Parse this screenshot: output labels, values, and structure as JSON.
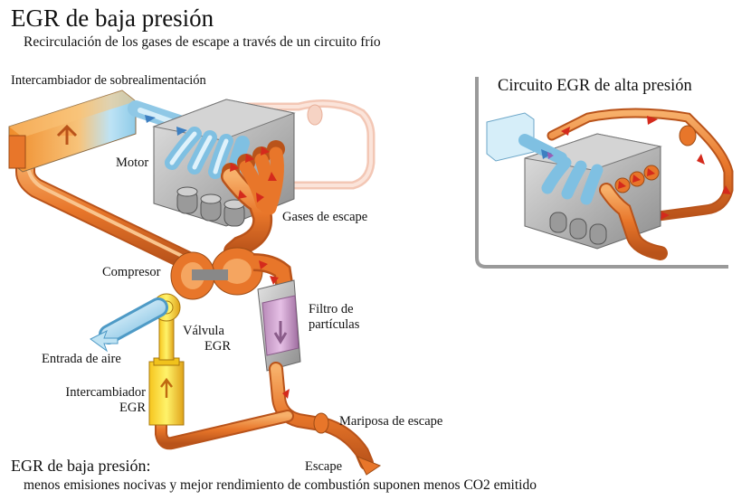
{
  "header": {
    "title": "EGR de baja presión",
    "subtitle": "Recirculación de los gases de escape a través de un circuito frío"
  },
  "labels": {
    "intercooler": "Intercambiador de sobrealimentación",
    "motor": "Motor",
    "exhaust_gases": "Gases de escape",
    "compressor": "Compresor",
    "filter_line1": "Filtro de",
    "filter_line2": "partículas",
    "valve_line1": "Válvula",
    "valve_line2": "EGR",
    "air_intake": "Entrada de aire",
    "egr_cooler_line1": "Intercambiador",
    "egr_cooler_line2": "EGR",
    "exhaust_throttle": "Mariposa de escape",
    "exhaust": "Escape"
  },
  "inset": {
    "title": "Circuito EGR de alta presión"
  },
  "footer": {
    "title": "EGR de baja presión:",
    "text": "menos emisiones nocivas y mejor rendimiento de combustión suponen menos CO2 emitido"
  },
  "colors": {
    "exhaust_pipe": "#e8762a",
    "exhaust_pipe_light": "#f5a560",
    "faded_pipe": "#f3c7b5",
    "intake_blue": "#bfe3f3",
    "engine_gray": "#b8b8b8",
    "arrow_red": "#d42a1c",
    "filter_purple": "#d7a6d8",
    "valve_yellow": "#f3e02a",
    "inset_frame": "#9a9a9a"
  }
}
